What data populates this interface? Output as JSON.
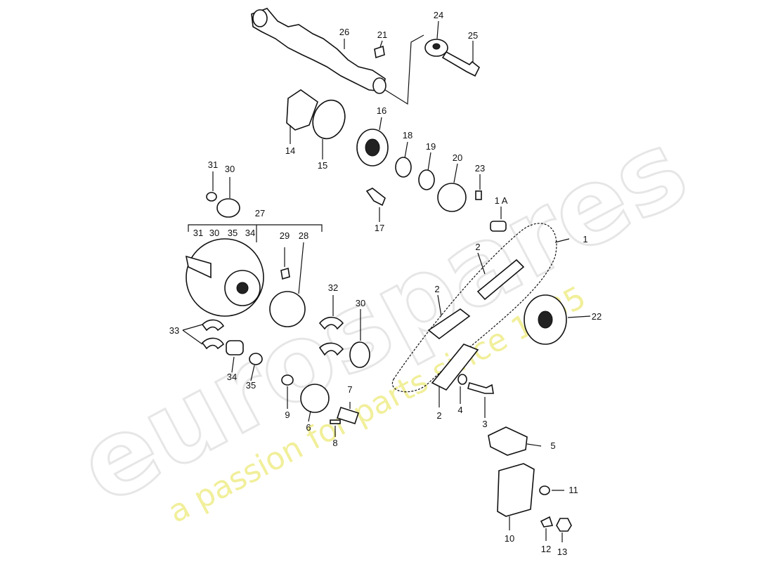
{
  "watermark": {
    "brand": "eurospares",
    "tagline": "a passion for parts since 1985"
  },
  "callouts": {
    "c1": "1",
    "c1a": "1 A",
    "c2a": "2",
    "c2b": "2",
    "c2c": "2",
    "c3": "3",
    "c4": "4",
    "c5": "5",
    "c6": "6",
    "c7": "7",
    "c8": "8",
    "c9": "9",
    "c10": "10",
    "c11": "11",
    "c12": "12",
    "c13": "13",
    "c14": "14",
    "c15": "15",
    "c16": "16",
    "c17": "17",
    "c18": "18",
    "c19": "19",
    "c20": "20",
    "c21": "21",
    "c22": "22",
    "c23": "23",
    "c24": "24",
    "c25": "25",
    "c26": "26",
    "c27": "27",
    "c28": "28",
    "c29": "29",
    "c30a": "30",
    "c30b": "30",
    "c31a": "31",
    "c32": "32",
    "c33": "33",
    "c34a": "34",
    "c35a": "35",
    "g31": "31",
    "g30": "30",
    "g35": "35",
    "g34": "34"
  }
}
